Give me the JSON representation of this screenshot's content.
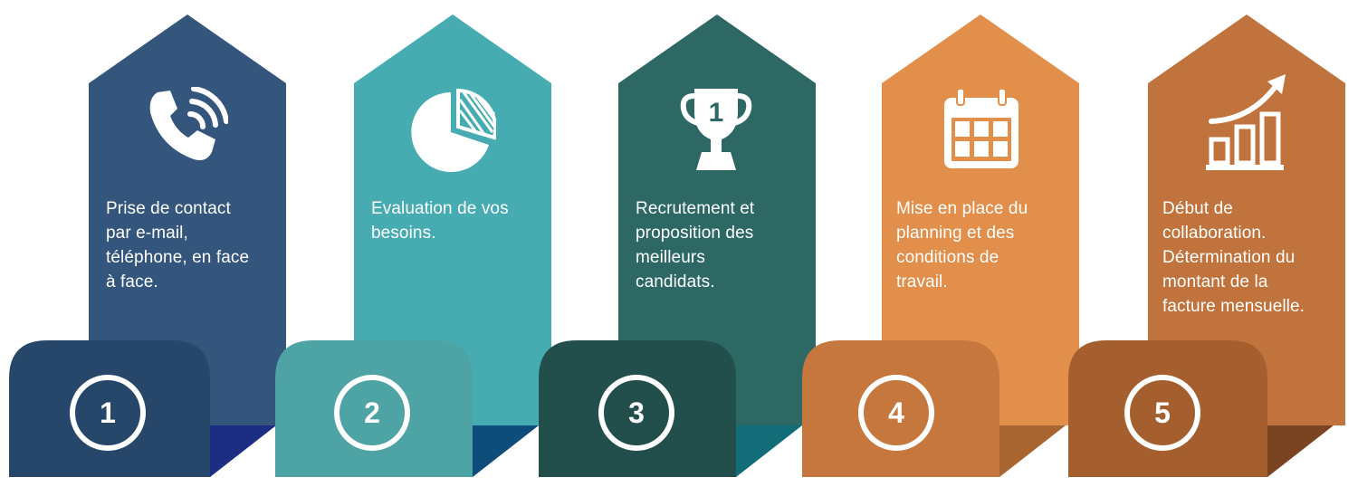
{
  "steps": [
    {
      "number": "1",
      "text": "Prise de contact\npar e-mail,\ntéléphone, en face\nà face.",
      "icon": "phone-icon",
      "colors": {
        "column": "#34557c",
        "base": "#27476a",
        "fold": "#1b2e84"
      }
    },
    {
      "number": "2",
      "text": "Evaluation de vos\nbesoins.",
      "icon": "pie-chart-icon",
      "colors": {
        "column": "#46acb1",
        "base": "#4ea3a5",
        "fold": "#0e4c7a"
      }
    },
    {
      "number": "3",
      "text": "Recrutement et\nproposition des\nmeilleurs\ncandidats.",
      "icon": "trophy-icon",
      "icon_label": "1",
      "colors": {
        "column": "#2d6865",
        "base": "#224e4b",
        "fold": "#136d78"
      }
    },
    {
      "number": "4",
      "text": "Mise en place du\nplanning et des\nconditions de\ntravail.",
      "icon": "calendar-icon",
      "colors": {
        "column": "#e18f4b",
        "base": "#c6773d",
        "fold": "#a9652f"
      }
    },
    {
      "number": "5",
      "text": " Début de\ncollaboration.\nDétermination du\nmontant de la\nfacture mensuelle.",
      "icon": "growth-chart-icon",
      "colors": {
        "column": "#c0733c",
        "base": "#a55f2f",
        "fold": "#7a4422"
      }
    }
  ]
}
